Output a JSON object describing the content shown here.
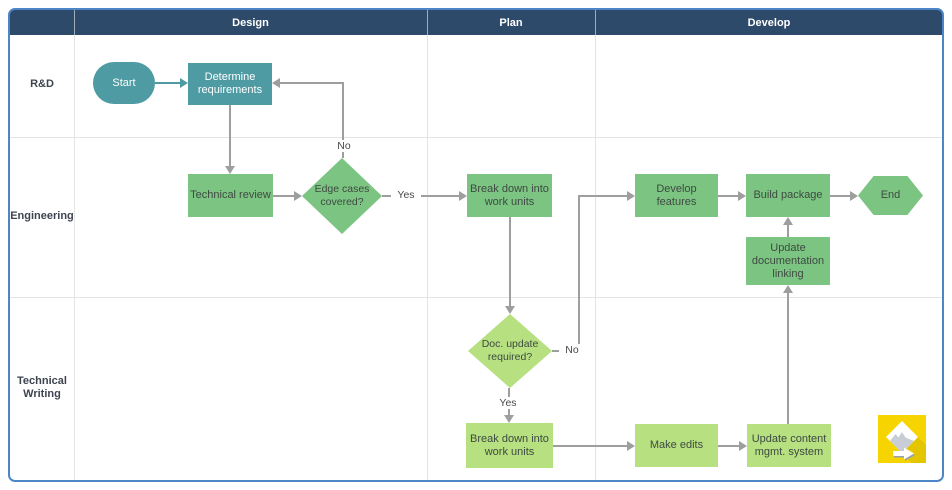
{
  "header": {
    "columns": [
      {
        "label": "Design"
      },
      {
        "label": "Plan"
      },
      {
        "label": "Develop"
      }
    ]
  },
  "lanes": [
    {
      "label": "R&D"
    },
    {
      "label": "Engineering"
    },
    {
      "label": "Technical Writing"
    }
  ],
  "nodes": {
    "start": {
      "label": "Start",
      "shape": "terminator",
      "color": "#4E9BA4"
    },
    "determine_requirements": {
      "label": "Determine requirements",
      "shape": "process",
      "color": "#4E9BA4"
    },
    "technical_review": {
      "label": "Technical review",
      "shape": "process",
      "color": "#7CC482"
    },
    "edge_cases": {
      "label": "Edge cases covered?",
      "shape": "decision",
      "color": "#7CC482"
    },
    "break_down_plan": {
      "label": "Break down into work units",
      "shape": "process",
      "color": "#7CC482"
    },
    "develop_features": {
      "label": "Develop features",
      "shape": "process",
      "color": "#7CC482"
    },
    "build_package": {
      "label": "Build package",
      "shape": "process",
      "color": "#7CC482"
    },
    "end": {
      "label": "End",
      "shape": "terminator",
      "color": "#7CC482"
    },
    "update_doc_linking": {
      "label": "Update documentation linking",
      "shape": "process",
      "color": "#7CC482"
    },
    "doc_update_required": {
      "label": "Doc. update required?",
      "shape": "decision",
      "color": "#B7E080"
    },
    "break_down_writing": {
      "label": "Break down into work units",
      "shape": "process",
      "color": "#B7E080"
    },
    "make_edits": {
      "label": "Make edits",
      "shape": "process",
      "color": "#B7E080"
    },
    "update_content_mgmt": {
      "label": "Update content mgmt. system",
      "shape": "process",
      "color": "#B7E080"
    }
  },
  "edge_labels": {
    "edge_cases_no": "No",
    "edge_cases_yes": "Yes",
    "doc_update_no": "No",
    "doc_update_yes": "Yes"
  },
  "edges": [
    {
      "from": "Start",
      "to": "Determine requirements",
      "label": ""
    },
    {
      "from": "Determine requirements",
      "to": "Technical review",
      "label": ""
    },
    {
      "from": "Technical review",
      "to": "Edge cases covered?",
      "label": ""
    },
    {
      "from": "Edge cases covered?",
      "to": "Determine requirements",
      "label": "No"
    },
    {
      "from": "Edge cases covered?",
      "to": "Break down into work units",
      "label": "Yes"
    },
    {
      "from": "Break down into work units",
      "to": "Doc. update required?",
      "label": ""
    },
    {
      "from": "Doc. update required?",
      "to": "Develop features",
      "label": "No"
    },
    {
      "from": "Doc. update required?",
      "to": "Break down into work units (Technical Writing)",
      "label": "Yes"
    },
    {
      "from": "Break down into work units (Technical Writing)",
      "to": "Make edits",
      "label": ""
    },
    {
      "from": "Make edits",
      "to": "Update content mgmt. system",
      "label": ""
    },
    {
      "from": "Update content mgmt. system",
      "to": "Update documentation linking",
      "label": ""
    },
    {
      "from": "Update documentation linking",
      "to": "Build package",
      "label": ""
    },
    {
      "from": "Develop features",
      "to": "Build package",
      "label": ""
    },
    {
      "from": "Build package",
      "to": "End",
      "label": ""
    }
  ],
  "colors": {
    "header_navy": "#2D4A6B",
    "frame_blue": "#4D86C6",
    "teal": "#4E9BA4",
    "green": "#7CC482",
    "light_green": "#B7E080",
    "connector_gray": "#9E9E9E",
    "logo_yellow": "#F5D400"
  }
}
